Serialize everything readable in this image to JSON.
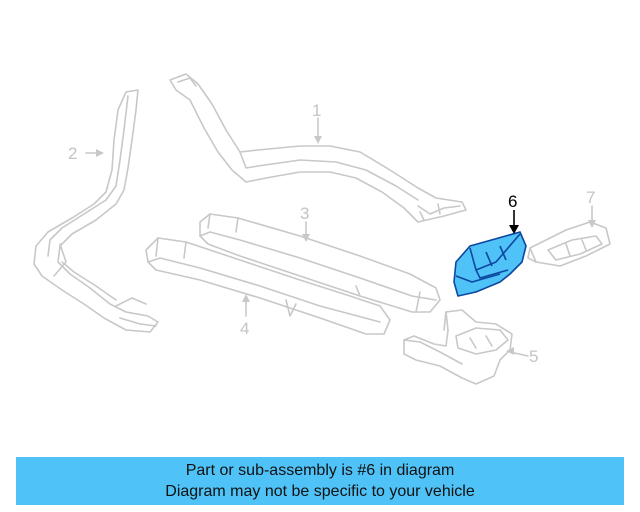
{
  "callouts": {
    "c1": "1",
    "c2": "2",
    "c3": "3",
    "c4": "4",
    "c5": "5",
    "c6": "6",
    "c7": "7"
  },
  "highlighted_part": "6",
  "colors": {
    "outline": "#c8c8c8",
    "highlight_fill": "#4fc3f7",
    "highlight_stroke": "#0d47a1",
    "banner_bg": "#4fc3f7"
  },
  "banner": {
    "line1": "Part or sub-assembly is #6 in diagram",
    "line2": "Diagram may not be specific to your vehicle"
  }
}
